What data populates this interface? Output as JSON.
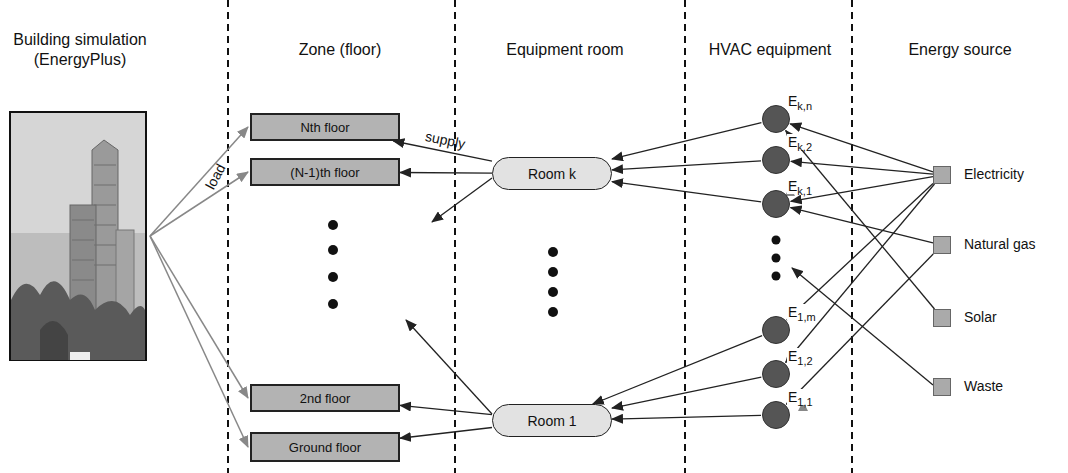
{
  "diagram": {
    "nodes": [
      {
        "text": [
          "Nth floor"
        ]
      },
      {
        "text": [
          "(N-1)th floor"
        ]
      },
      {
        "text": [
          "2nd floor"
        ]
      },
      {
        "text": [
          "Ground floor"
        ]
      },
      {
        "text": [
          "Room k"
        ]
      },
      {
        "text": [
          "Room 1"
        ]
      },
      {
        "text": [
          "E",
          "k,n"
        ]
      },
      {
        "text": [
          "E",
          "k,2"
        ]
      },
      {
        "text": [
          "E",
          "k,1"
        ]
      },
      {
        "text": [
          "E",
          "1,m"
        ]
      },
      {
        "text": [
          "E",
          "1,2"
        ]
      },
      {
        "text": [
          "E",
          "1,1"
        ]
      },
      {
        "text": [
          "Electricity"
        ]
      },
      {
        "text": [
          "Natural gas"
        ]
      },
      {
        "text": [
          "Solar"
        ]
      },
      {
        "text": [
          "Waste"
        ]
      }
    ],
    "edges": [
      {
        "from": 4,
        "to": 0,
        "arrow": "to",
        "label": "supply"
      },
      {
        "from": 4,
        "to": 1,
        "arrow": "to"
      },
      {
        "from": 5,
        "to": 2,
        "arrow": "to"
      },
      {
        "from": 5,
        "to": 3,
        "arrow": "to"
      },
      {
        "from": 6,
        "to": 4,
        "arrow": "to"
      },
      {
        "from": 7,
        "to": 4,
        "arrow": "to"
      },
      {
        "from": 8,
        "to": 4,
        "arrow": "to"
      },
      {
        "from": 9,
        "to": 5,
        "arrow": "to"
      },
      {
        "from": 10,
        "to": 5,
        "arrow": "to"
      },
      {
        "from": 11,
        "to": 5,
        "arrow": "to"
      },
      {
        "from": 12,
        "to": 6,
        "arrow": "to"
      },
      {
        "from": 12,
        "to": 7,
        "arrow": "to"
      },
      {
        "from": 12,
        "to": 8,
        "arrow": "to"
      },
      {
        "from": 12,
        "to": 9,
        "arrow": "to"
      },
      {
        "from": 12,
        "to": 10,
        "arrow": "to"
      },
      {
        "from": 13,
        "to": 8,
        "arrow": "to"
      },
      {
        "from": 13,
        "to": 11,
        "arrow": "to"
      },
      {
        "from": 14,
        "to": 6,
        "arrow": "to"
      }
    ],
    "labels": [
      "Building simulation (EnergyPlus)",
      "Zone (floor)",
      "Equipment room",
      "HVAC equipment",
      "Energy source",
      "load"
    ]
  }
}
